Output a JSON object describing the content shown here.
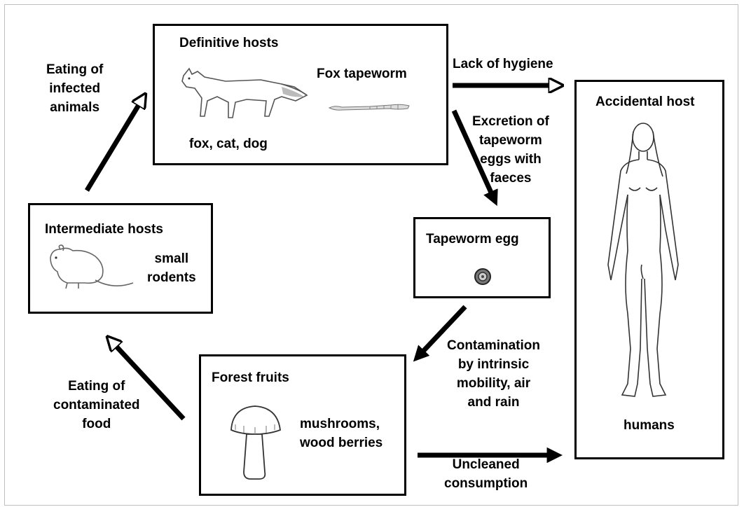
{
  "nodes": {
    "definitive": {
      "title": "Definitive hosts",
      "parasite": "Fox tapeworm",
      "examples": "fox, cat, dog"
    },
    "intermediate": {
      "title": "Intermediate hosts",
      "examples": "small\nrodents"
    },
    "egg": {
      "title": "Tapeworm egg"
    },
    "forest": {
      "title": "Forest fruits",
      "examples": "mushrooms,\nwood berries"
    },
    "accidental": {
      "title": "Accidental host",
      "examples": "humans"
    }
  },
  "edges": {
    "eating_infected": "Eating of\ninfected\nanimals",
    "lack_hygiene": "Lack of hygiene",
    "excretion": "Excretion of\ntapeworm\neggs with\nfaeces",
    "contamination": "Contamination\nby intrinsic\nmobility, air\nand rain",
    "eating_contaminated": "Eating of\ncontaminated\nfood",
    "uncleaned": "Uncleaned\nconsumption"
  },
  "icons": [
    "fox-icon",
    "tapeworm-icon",
    "mouse-icon",
    "egg-icon",
    "mushroom-icon",
    "human-figure-icon"
  ]
}
